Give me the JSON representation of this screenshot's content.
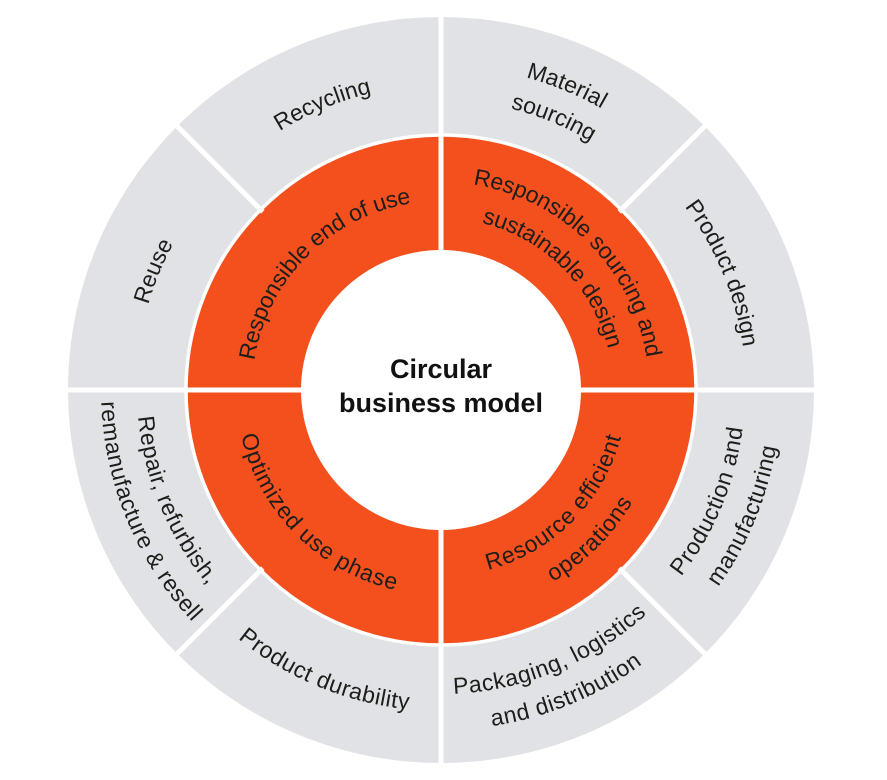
{
  "diagram": {
    "type": "circular-wheel",
    "title": "Circular business model",
    "center": {
      "lines": [
        "Circular",
        "business model"
      ]
    },
    "colors": {
      "inner_ring": "#F4501E",
      "outer_ring": "#E1E2E5",
      "background": "#FFFFFF",
      "text": "#1D1D1B"
    },
    "inner_ring": {
      "segments": [
        {
          "label": "Responsible sourcing and sustainable design",
          "lines": [
            "Responsible sourcing and",
            "sustainable design"
          ],
          "position": "top-right"
        },
        {
          "label": "Resource efficient operations",
          "lines": [
            "Resource efficient",
            "operations"
          ],
          "position": "bottom-right"
        },
        {
          "label": "Optimized use phase",
          "lines": [
            "Optimized use phase"
          ],
          "position": "bottom-left"
        },
        {
          "label": "Responsible end of use",
          "lines": [
            "Responsible end of use"
          ],
          "position": "top-left"
        }
      ]
    },
    "outer_ring": {
      "segments": [
        {
          "label": "Material sourcing",
          "lines": [
            "Material",
            "sourcing"
          ],
          "position": "top-right"
        },
        {
          "label": "Product design",
          "lines": [
            "Product design"
          ],
          "position": "right-upper"
        },
        {
          "label": "Production and manufacturing",
          "lines": [
            "Production and",
            "manufacturing"
          ],
          "position": "right-lower"
        },
        {
          "label": "Packaging, logistics and distribution",
          "lines": [
            "Packaging, logistics",
            "and distribution"
          ],
          "position": "bottom-right"
        },
        {
          "label": "Product durability",
          "lines": [
            "Product durability"
          ],
          "position": "bottom-left"
        },
        {
          "label": "Repair, refurbish, remanufacture & resell",
          "lines": [
            "Repair, refurbish,",
            "remanufacture & resell"
          ],
          "position": "left-lower"
        },
        {
          "label": "Reuse",
          "lines": [
            "Reuse"
          ],
          "position": "left-upper"
        },
        {
          "label": "Recycling",
          "lines": [
            "Recycling"
          ],
          "position": "top-left"
        }
      ]
    }
  }
}
